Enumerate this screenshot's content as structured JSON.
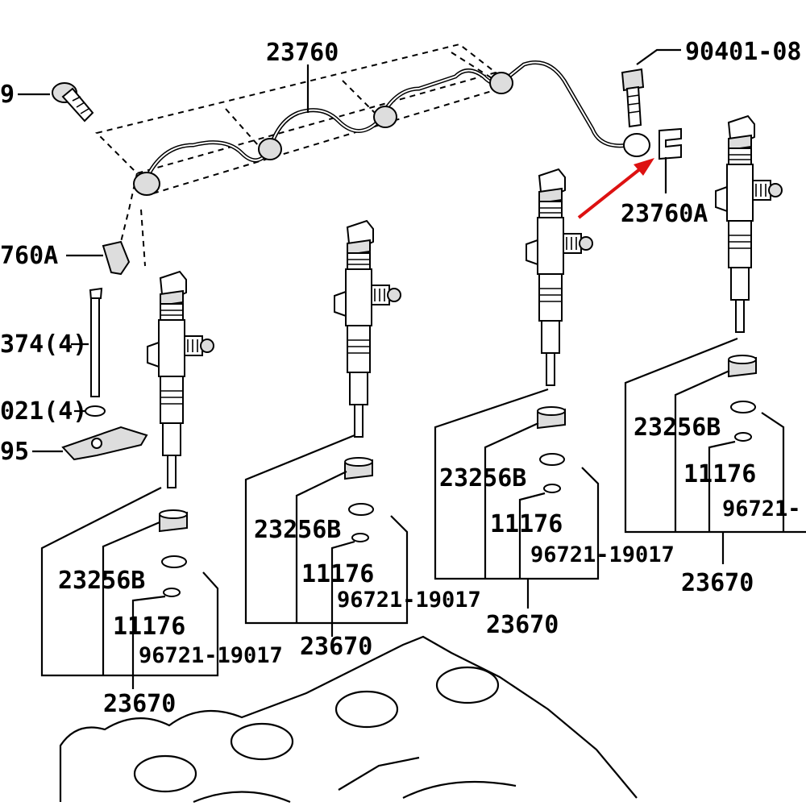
{
  "labels": {
    "fuel_pipe": "23760",
    "bolt_top_right": "90401-08",
    "bolt_left_partial": "9",
    "clamp_right": "23760A",
    "clamp_left": "760A",
    "stud_left": "374(4)",
    "washer_left": "021(4)",
    "clamp_bracket_left": "95",
    "group1": {
      "seat": "23256B",
      "oring": "11176",
      "gasket": "96721-19017",
      "assy": "23670"
    },
    "group2": {
      "seat": "23256B",
      "oring": "11176",
      "gasket": "96721-19017",
      "assy": "23670"
    },
    "group3": {
      "seat": "23256B",
      "oring": "11176",
      "gasket": "96721-19017",
      "assy": "23670"
    },
    "group4": {
      "seat": "23256B",
      "oring": "11176",
      "gasket": "96721-",
      "assy": "23670"
    }
  },
  "colors": {
    "line": "#000000",
    "arrow": "#dd1111",
    "background": "#ffffff"
  },
  "icons": {
    "arrow": "red-arrow-icon"
  }
}
